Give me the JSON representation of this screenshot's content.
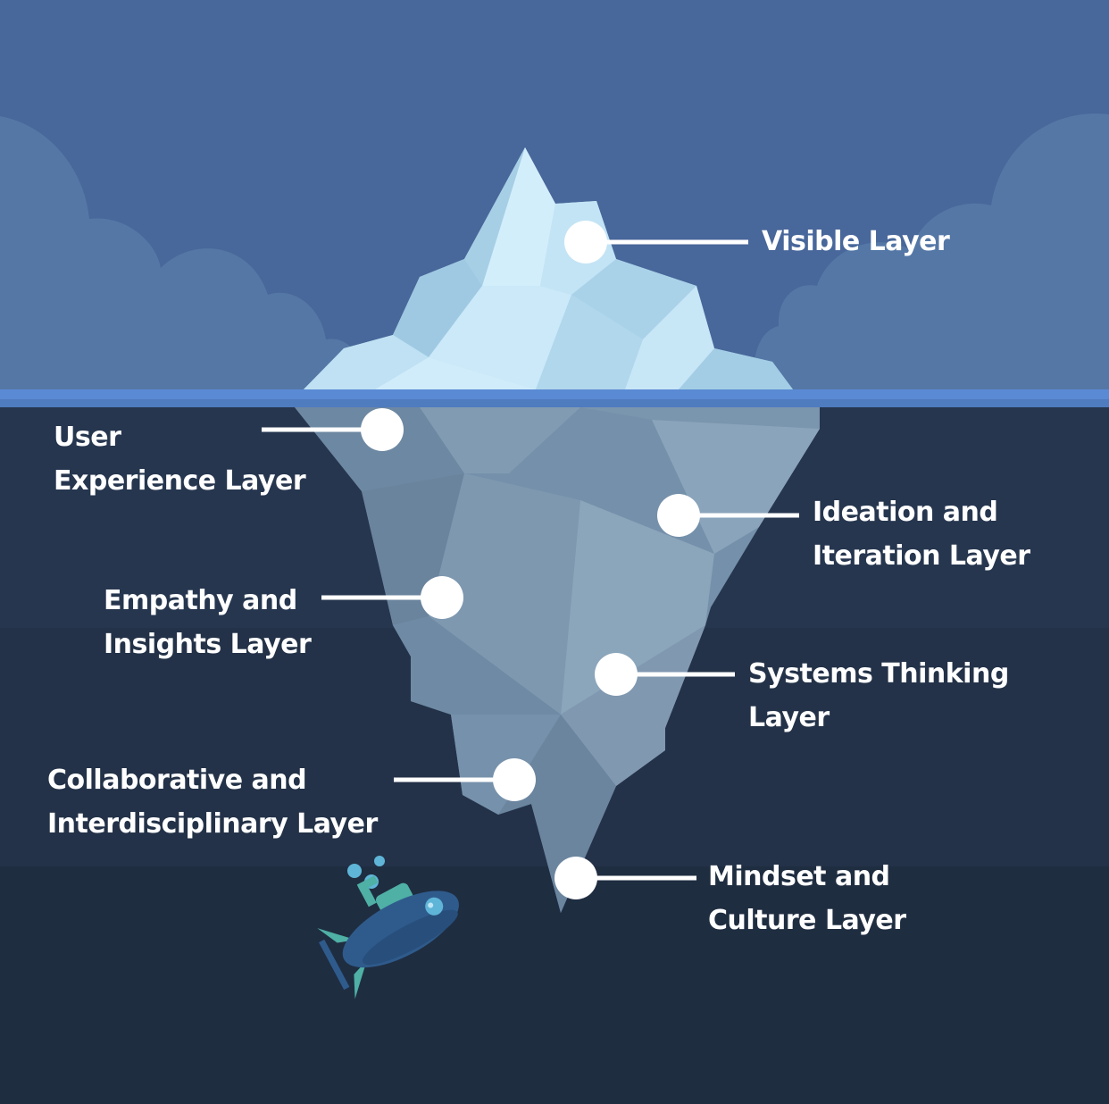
{
  "colors": {
    "sky": "#48679a",
    "cloud": "#5477a6",
    "waterline": "#5b8ad4",
    "water_top": "#26364f",
    "water_bottom": "#1f2d41",
    "ice_light": "#c8e7f8",
    "ice_underwater": "#7590aa",
    "marker": "#ffffff",
    "submarine_body": "#2f5b8c",
    "submarine_accent": "#4fb0a6"
  },
  "layers": [
    {
      "id": "visible",
      "lines": [
        "Visible Layer"
      ]
    },
    {
      "id": "user-experience",
      "lines": [
        "User",
        "Experience Layer"
      ]
    },
    {
      "id": "ideation-iteration",
      "lines": [
        "Ideation and",
        "Iteration Layer"
      ]
    },
    {
      "id": "empathy-insights",
      "lines": [
        "Empathy and",
        "Insights Layer"
      ]
    },
    {
      "id": "systems-thinking",
      "lines": [
        "Systems Thinking",
        "Layer"
      ]
    },
    {
      "id": "collaborative",
      "lines": [
        "Collaborative and",
        "Interdisciplinary Layer"
      ]
    },
    {
      "id": "mindset-culture",
      "lines": [
        "Mindset and",
        "Culture Layer"
      ]
    }
  ],
  "decorations": {
    "submarine_icon": "submarine-icon",
    "bubble_icon": "bubble-icon"
  }
}
